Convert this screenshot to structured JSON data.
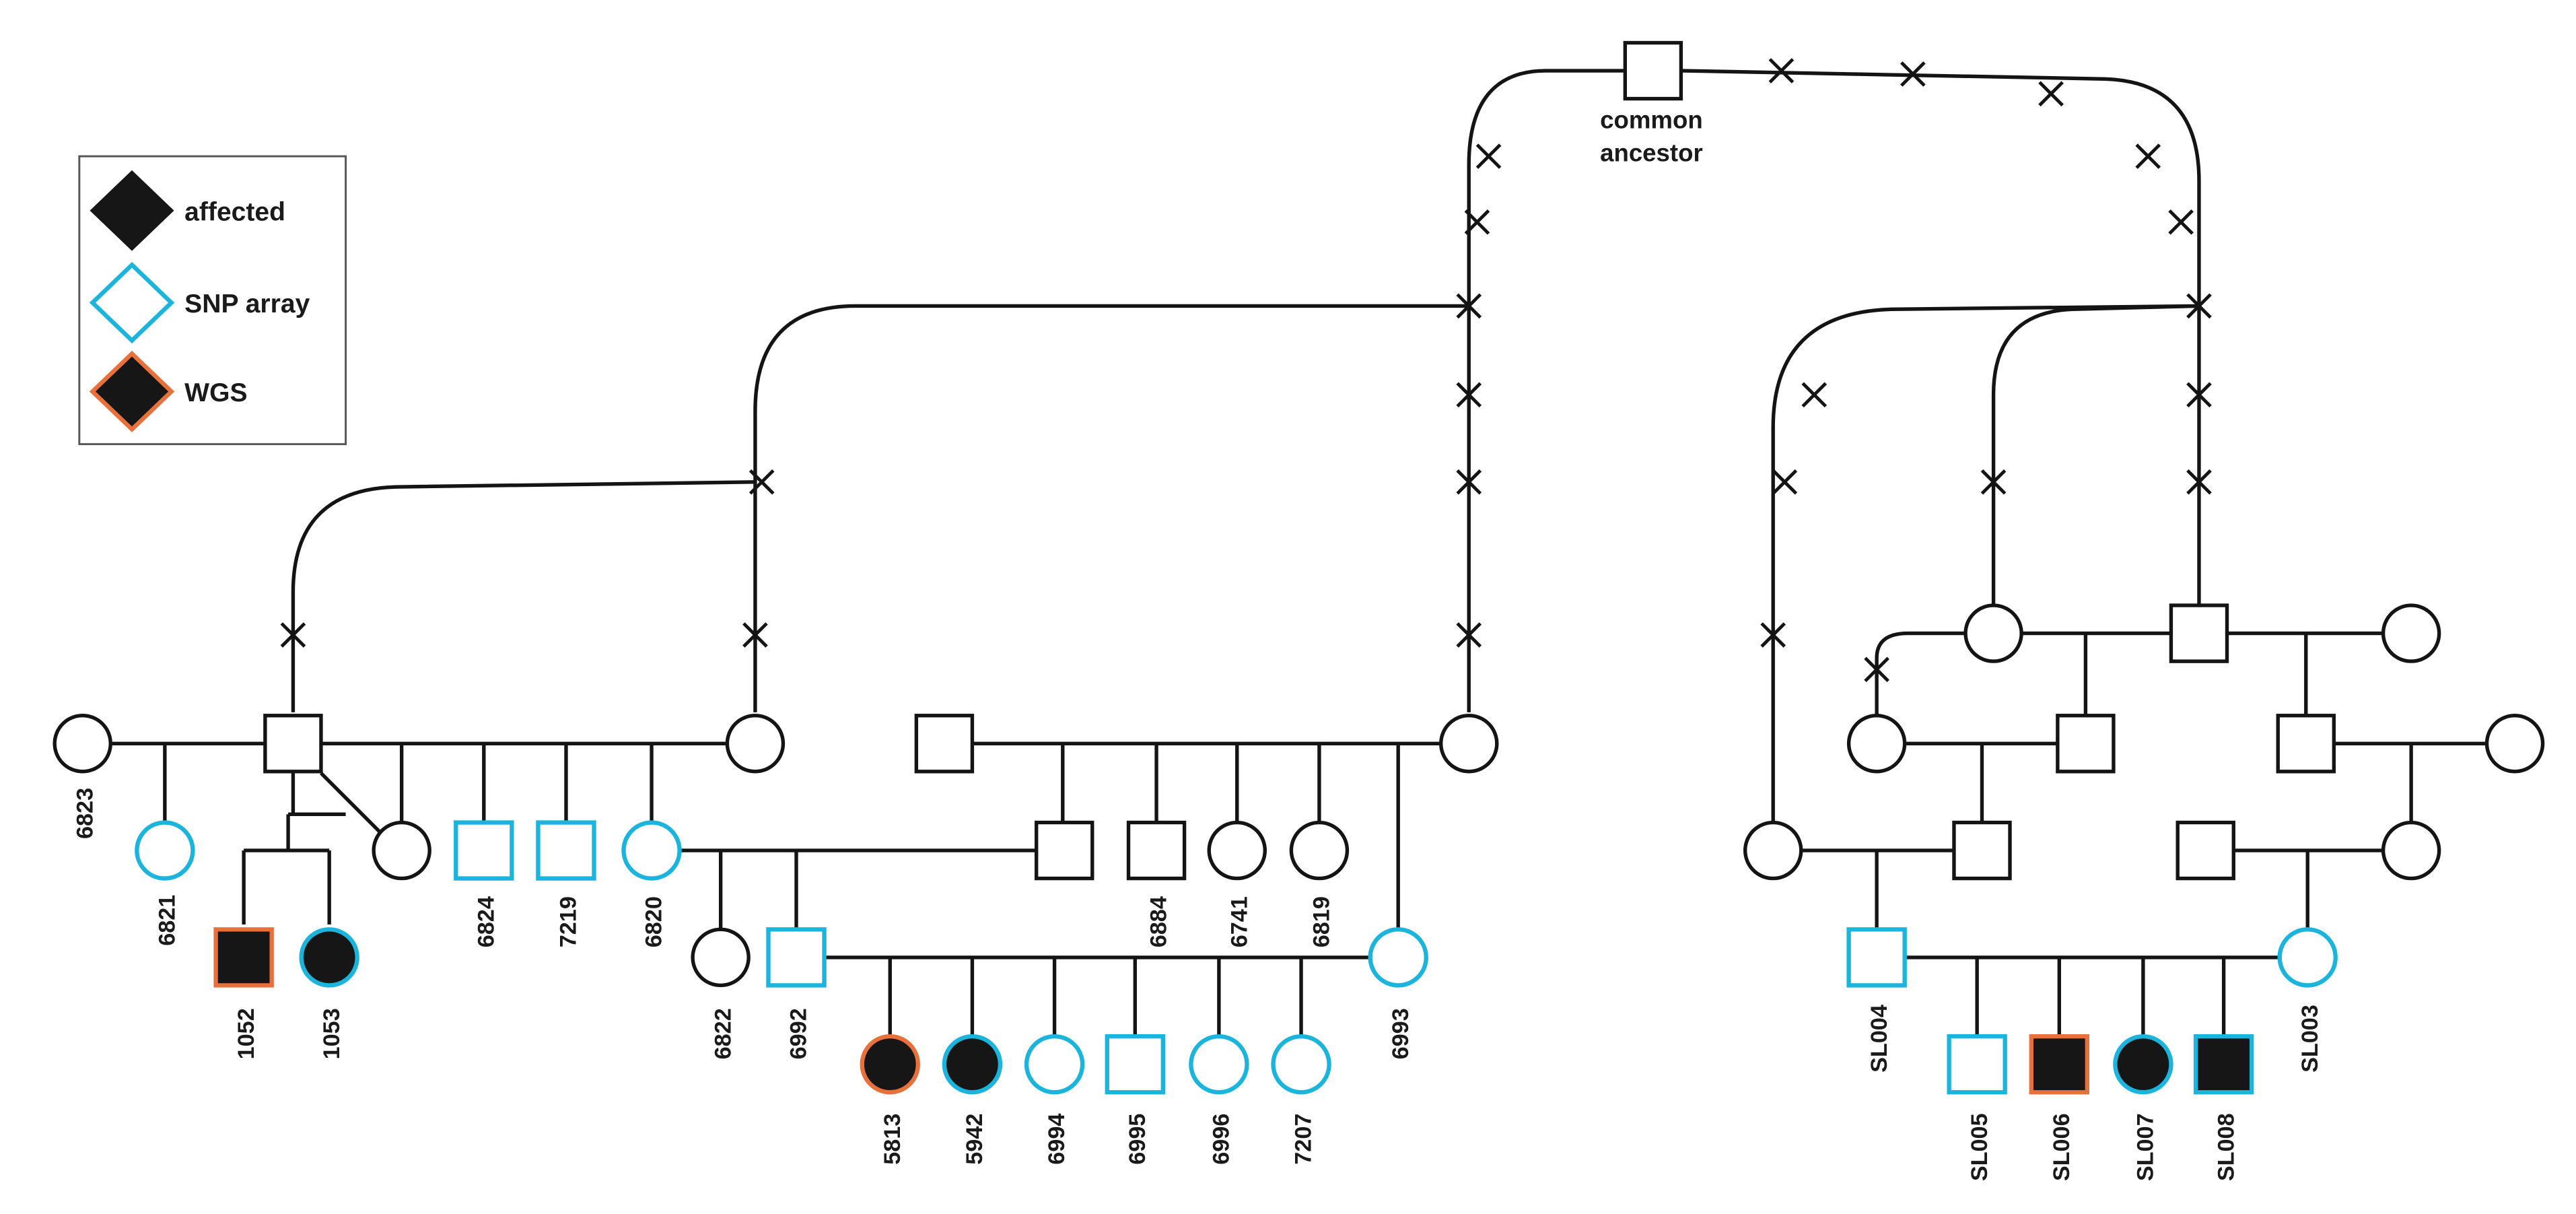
{
  "colors": {
    "line": "#141414",
    "affected_fill": "#161616",
    "snp_array": "#1ab4dc",
    "wgs": "#e8703a",
    "unaffected_fill": "#ffffff"
  },
  "legend": {
    "items": [
      {
        "label": "affected",
        "style": "affected"
      },
      {
        "label": "SNP array",
        "style": "snp"
      },
      {
        "label": "WGS",
        "style": "wgs"
      }
    ]
  },
  "common_ancestor": {
    "line1": "common",
    "line2": "ancestor"
  },
  "individuals": [
    {
      "id": "6823",
      "sex": "female",
      "status": "plain"
    },
    {
      "id": "6821",
      "sex": "female",
      "status": "snp"
    },
    {
      "id": "1052",
      "sex": "male",
      "status": "wgs"
    },
    {
      "id": "1053",
      "sex": "female",
      "status": "affected_snp"
    },
    {
      "id": "6824",
      "sex": "male",
      "status": "snp"
    },
    {
      "id": "7219",
      "sex": "male",
      "status": "snp"
    },
    {
      "id": "6820",
      "sex": "female",
      "status": "snp"
    },
    {
      "id": "6822",
      "sex": "female",
      "status": "plain"
    },
    {
      "id": "6992",
      "sex": "male",
      "status": "snp"
    },
    {
      "id": "6884",
      "sex": "male",
      "status": "plain"
    },
    {
      "id": "6741",
      "sex": "female",
      "status": "plain"
    },
    {
      "id": "6819",
      "sex": "female",
      "status": "plain"
    },
    {
      "id": "6993",
      "sex": "female",
      "status": "snp"
    },
    {
      "id": "5813",
      "sex": "female",
      "status": "wgs"
    },
    {
      "id": "5942",
      "sex": "female",
      "status": "affected_snp"
    },
    {
      "id": "6994",
      "sex": "female",
      "status": "snp"
    },
    {
      "id": "6995",
      "sex": "male",
      "status": "snp"
    },
    {
      "id": "6996",
      "sex": "female",
      "status": "snp"
    },
    {
      "id": "7207",
      "sex": "female",
      "status": "snp"
    },
    {
      "id": "SL004",
      "sex": "male",
      "status": "snp"
    },
    {
      "id": "SL003",
      "sex": "female",
      "status": "snp"
    },
    {
      "id": "SL005",
      "sex": "male",
      "status": "snp"
    },
    {
      "id": "SL006",
      "sex": "male",
      "status": "wgs"
    },
    {
      "id": "SL007",
      "sex": "female",
      "status": "affected_snp"
    },
    {
      "id": "SL008",
      "sex": "male",
      "status": "affected_snp"
    }
  ]
}
